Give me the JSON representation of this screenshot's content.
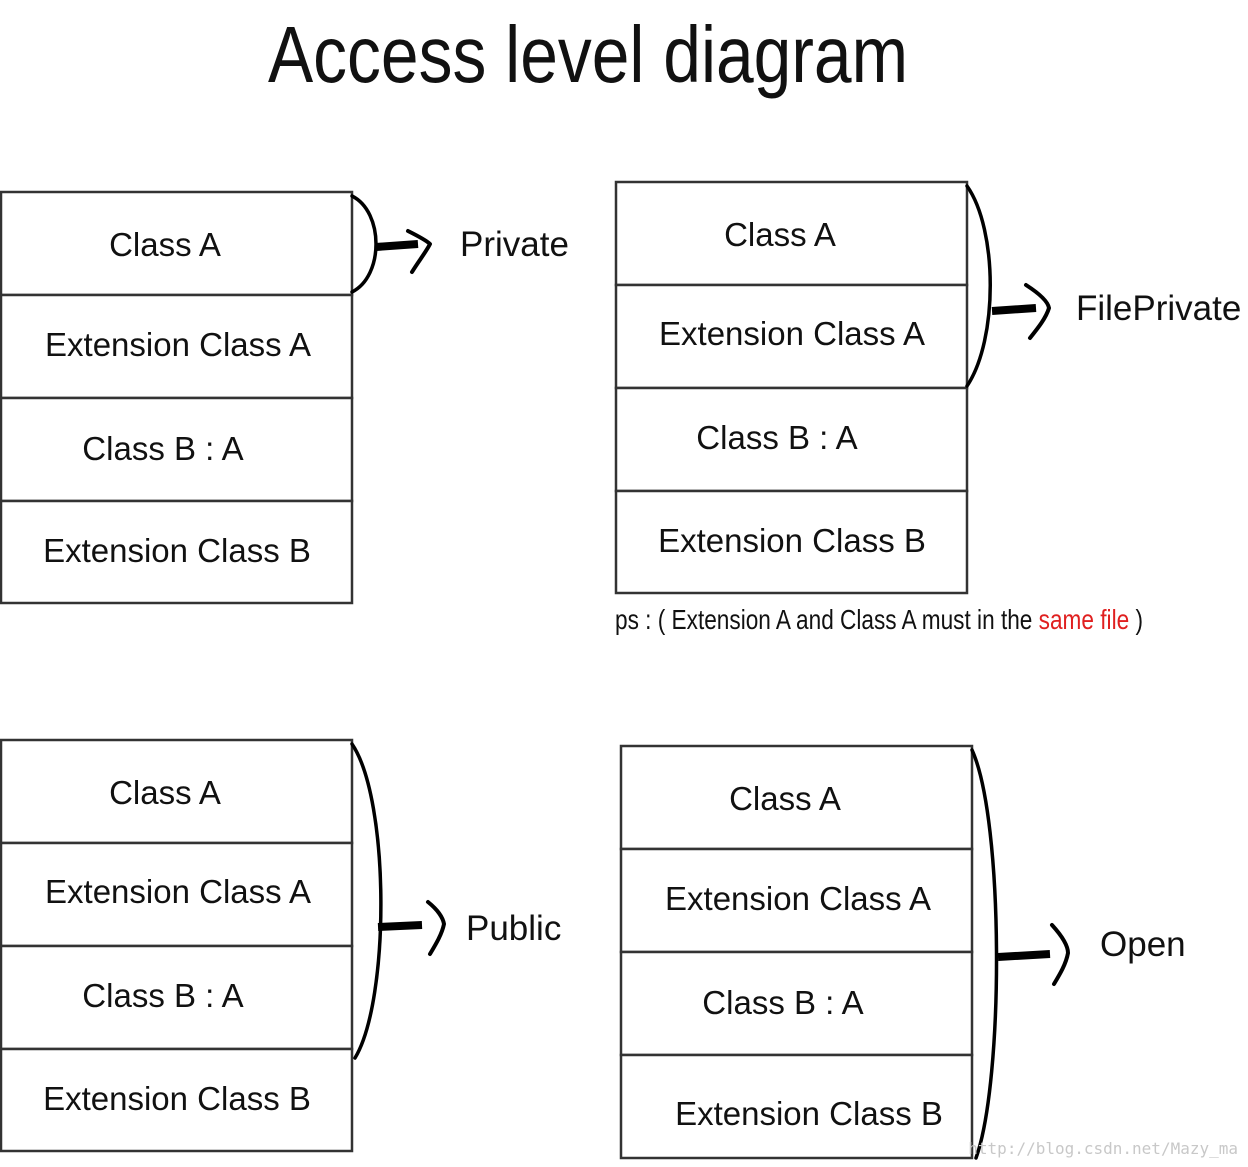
{
  "title": "Access level diagram",
  "colors": {
    "text": "#111111",
    "box_border": "#333333",
    "highlight": "#e02020",
    "watermark": "#c8c8c8"
  },
  "panels": [
    {
      "level": "Private",
      "boxes": [
        "Class A",
        "Extension Class A",
        "Class B : A",
        "Extension Class B"
      ],
      "scope_box_count": 1
    },
    {
      "level": "FilePrivate",
      "boxes": [
        "Class A",
        "Extension Class A",
        "Class B : A",
        "Extension Class B"
      ],
      "scope_box_count": 2
    },
    {
      "level": "Public",
      "boxes": [
        "Class A",
        "Extension Class A",
        "Class B : A",
        "Extension Class B"
      ],
      "scope_box_count": 3
    },
    {
      "level": "Open",
      "boxes": [
        "Class A",
        "Extension Class A",
        "Class B : A",
        "Extension Class B"
      ],
      "scope_box_count": 4
    }
  ],
  "note": {
    "prefix": "ps : ( Extension A and Class A must in the ",
    "highlight": "same file",
    "suffix": " )"
  },
  "watermark": "http://blog.csdn.net/Mazy_ma"
}
